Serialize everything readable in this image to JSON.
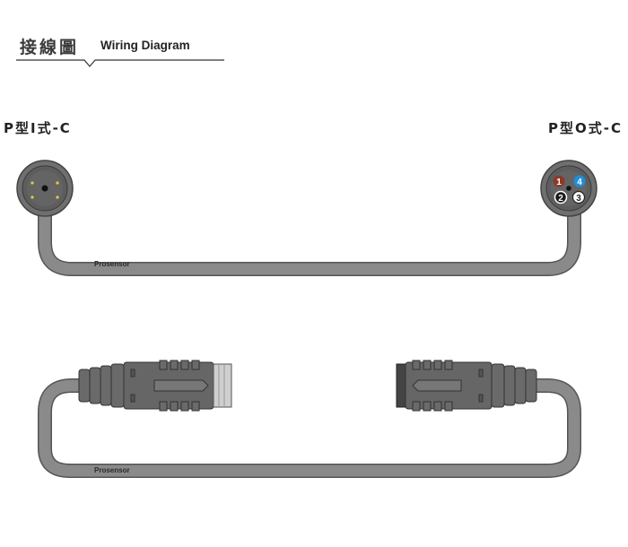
{
  "header": {
    "title_zh": "接線圖",
    "title_en": "Wiring Diagram"
  },
  "connectors": {
    "left_label": "P型I式-C",
    "right_label": "P型O式-C"
  },
  "cable": {
    "brand_text": "Prosensor"
  },
  "pins": {
    "p1": "1",
    "p2": "2",
    "p3": "3",
    "p4": "4"
  },
  "colors": {
    "cable_gray": "#7a7a7a",
    "pin_brown": "#8b3a2a",
    "pin_blue": "#1f8fd6",
    "pin_black": "#1a1a1a",
    "pin_white": "#ffffff"
  }
}
